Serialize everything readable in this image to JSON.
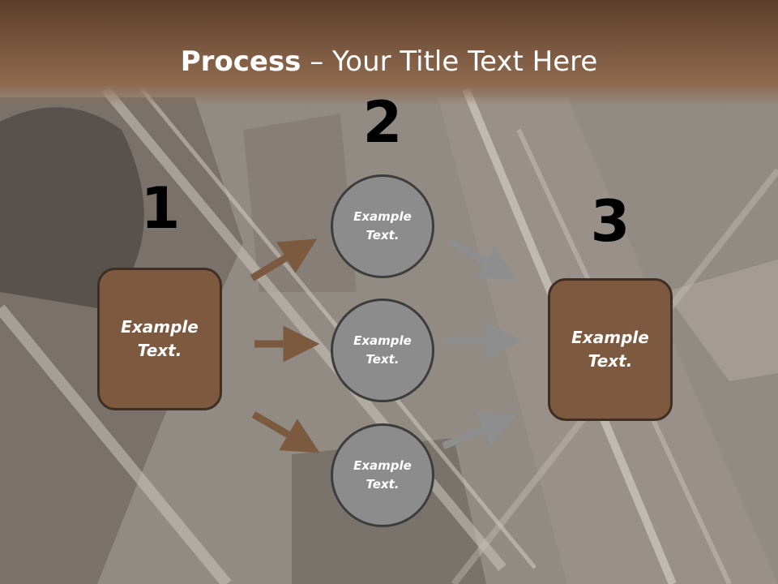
{
  "title": {
    "bold": "Process",
    "rest": " – Your Title Text Here"
  },
  "steps": [
    {
      "number": "1",
      "label": "Example\nText."
    },
    {
      "number": "2",
      "circles": [
        "Example\nText.",
        "Example\nText.",
        "Example\nText."
      ]
    },
    {
      "number": "3",
      "label": "Example\nText."
    }
  ],
  "colors": {
    "header": "#7a5840",
    "box_fill": "#7d5a3f",
    "circle_fill": "#8c8c8c",
    "arrow_brown": "#7b5a40",
    "arrow_gray": "#8e8e8e"
  }
}
